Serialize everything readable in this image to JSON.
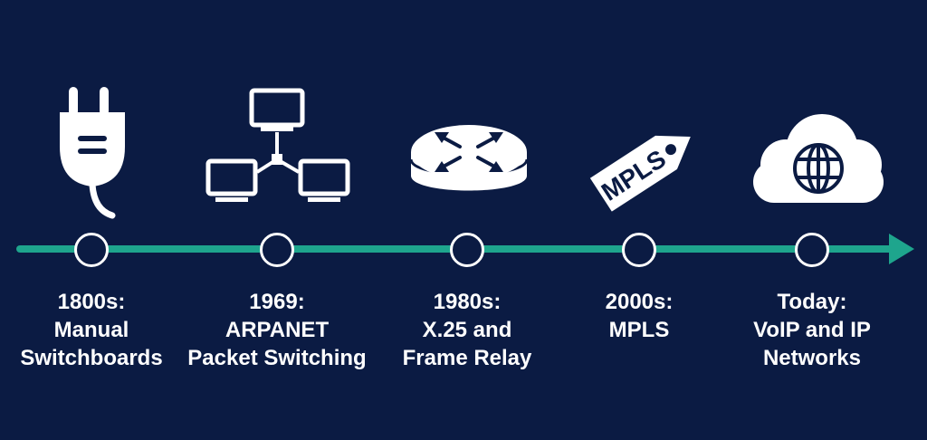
{
  "colors": {
    "background": "#0b1b43",
    "axis": "#1ea58d",
    "foreground": "#ffffff"
  },
  "milestones": [
    {
      "icon": "plug-icon",
      "lines": [
        "1800s:",
        "Manual",
        "Switchboards"
      ]
    },
    {
      "icon": "network-computers-icon",
      "lines": [
        "1969:",
        "ARPANET",
        "Packet Switching"
      ]
    },
    {
      "icon": "router-icon",
      "lines": [
        "1980s:",
        "X.25 and",
        "Frame Relay"
      ]
    },
    {
      "icon": "tag-icon",
      "tag_text": "MPLS",
      "lines": [
        "2000s:",
        "MPLS"
      ]
    },
    {
      "icon": "cloud-globe-icon",
      "lines": [
        "Today:",
        "VoIP and IP",
        "Networks"
      ]
    }
  ]
}
